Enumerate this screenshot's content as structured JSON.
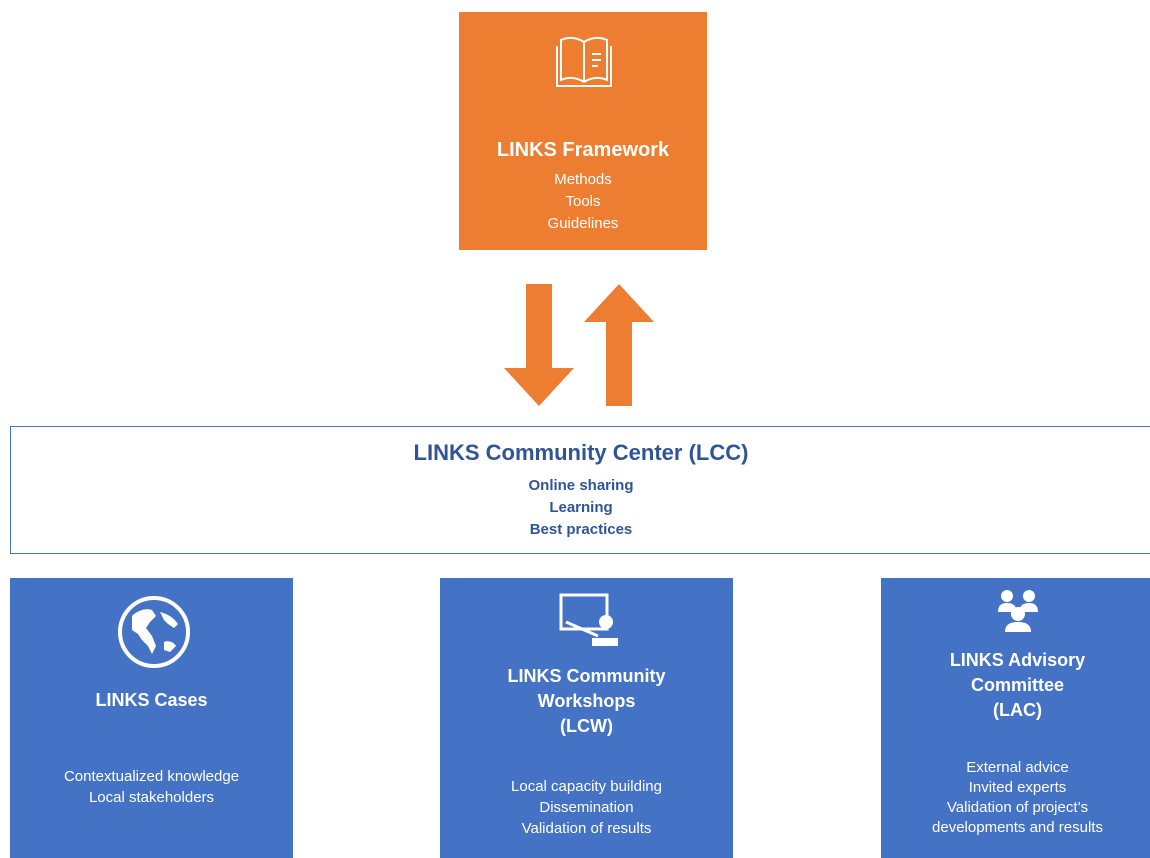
{
  "framework": {
    "icon": "open-book-icon",
    "title": "LINKS Framework",
    "items": [
      "Methods",
      "Tools",
      "Guidelines"
    ]
  },
  "arrows": {
    "down": "arrow-down-icon",
    "up": "arrow-up-icon"
  },
  "lcc": {
    "title": "LINKS Community Center (LCC)",
    "items": [
      "Online sharing",
      "Learning",
      "Best practices"
    ]
  },
  "cases": {
    "icon": "globe-icon",
    "title": "LINKS Cases",
    "items": [
      "Contextualized knowledge",
      "Local stakeholders"
    ]
  },
  "workshops": {
    "icon": "presenter-board-icon",
    "title": [
      "LINKS Community",
      "Workshops",
      "(LCW)"
    ],
    "items": [
      "Local capacity building",
      "Dissemination",
      "Validation of results"
    ]
  },
  "advisory": {
    "icon": "people-meeting-icon",
    "title": [
      "LINKS Advisory",
      "Committee",
      "(LAC)"
    ],
    "items": [
      "External advice",
      "Invited experts",
      "Validation of project’s",
      "developments and results"
    ]
  },
  "colors": {
    "orange": "#ed7d31",
    "blue": "#4472c4",
    "dark_blue_text": "#2f5597"
  }
}
